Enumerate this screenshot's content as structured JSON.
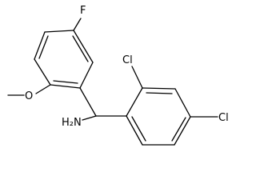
{
  "structure": {
    "atom_labels": {
      "fluorine": "F",
      "oxygen": "O",
      "amine": "H₂N",
      "chlorine_ortho": "Cl",
      "chlorine_para": "Cl"
    },
    "colors": {
      "bond": "#000000",
      "label": "#000000",
      "background": "#ffffff"
    }
  }
}
